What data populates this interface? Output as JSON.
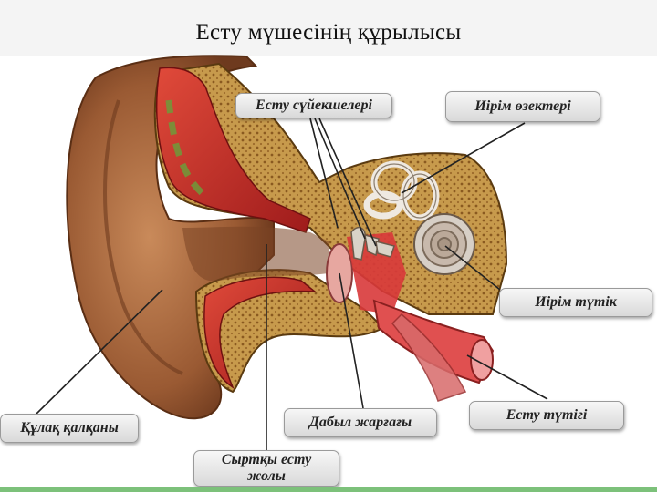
{
  "title": "Есту мүшесінің құрылысы",
  "labels": {
    "ossicles": "Есту сүйекшелері",
    "canals": "Иірім өзектері",
    "cochlea": "Иірім түтік",
    "pinna": "Құлақ қалқаны",
    "eardrum": "Дабыл жарғағы",
    "tube": "Есту түтігі",
    "canal": "Сыртқы есту\nжолы"
  },
  "colors": {
    "skin": "#a0623a",
    "bone": "#c9a255",
    "red_tissue": "#c0272d",
    "label_bg": "#e6e6e6",
    "accent_bar": "#7cc17a"
  }
}
